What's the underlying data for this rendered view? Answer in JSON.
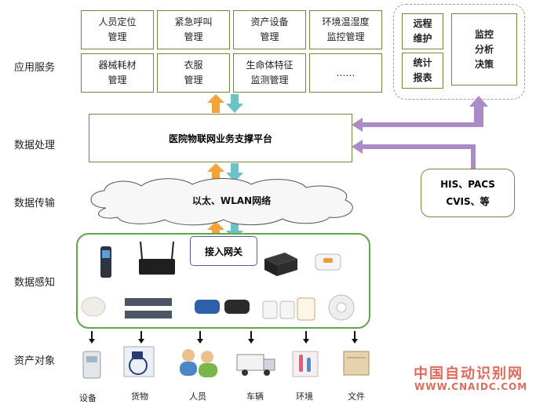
{
  "layers": {
    "application": "应用服务",
    "processing": "数据处理",
    "transmission": "数据传输",
    "sensing": "数据感知",
    "objects": "资产对象"
  },
  "apps": [
    "人员定位\n管理",
    "紧急呼叫\n管理",
    "资产设备\n管理",
    "环境温湿度\n监控管理",
    "器械耗材\n管理",
    "衣服\n管理",
    "生命体特征\n监测管理",
    "……"
  ],
  "management": {
    "remote": "远程\n维护",
    "stats": "统计\n报表",
    "monitor": "监控\n分析\n决策"
  },
  "platform": "医院物联网业务支撑平台",
  "his": "HIS、PACS\nCVIS、等",
  "network": "以太、WLAN网络",
  "gateway": "接入网关",
  "objects": [
    "设备",
    "货物",
    "人员",
    "车辆",
    "环境",
    "文件"
  ],
  "watermark": {
    "cn": "中国自动识别网",
    "url": "WWW.CNAIDC.COM"
  },
  "colors": {
    "box_border": "#6e8b3d",
    "sense_border": "#5fa64d",
    "arrow_up": "#f4a23a",
    "arrow_down": "#6cc3c5",
    "purple_arrow": "#a98bc6",
    "watermark": "#e06a5c"
  }
}
